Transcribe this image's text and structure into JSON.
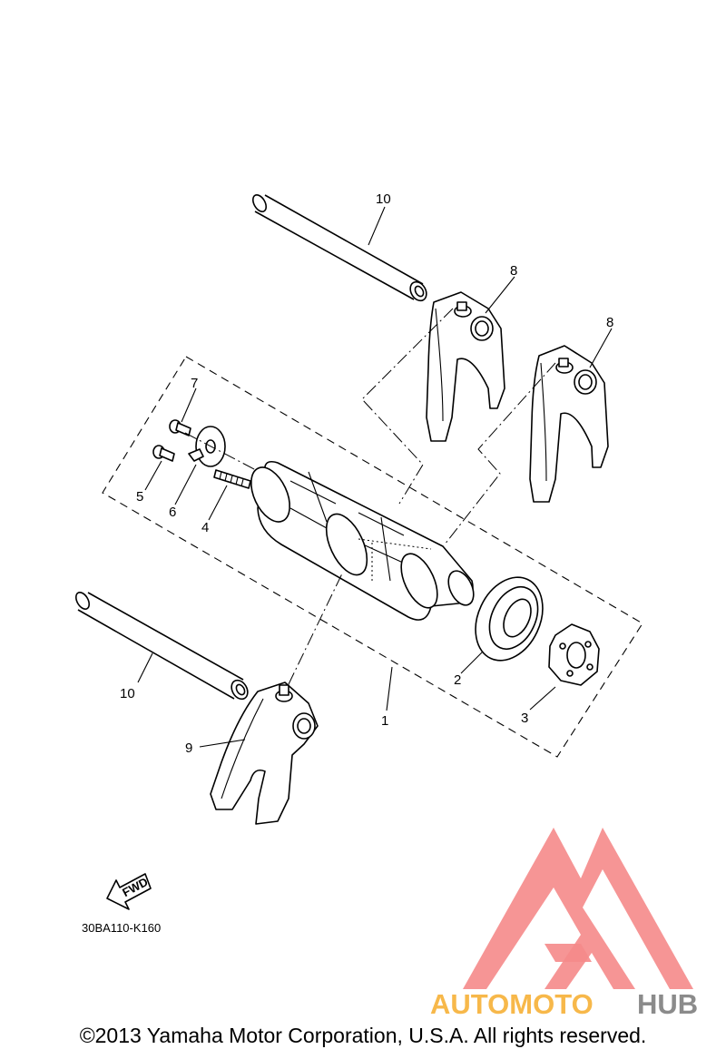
{
  "diagram": {
    "callouts": [
      {
        "id": "1",
        "label": "1"
      },
      {
        "id": "2",
        "label": "2"
      },
      {
        "id": "3",
        "label": "3"
      },
      {
        "id": "4",
        "label": "4"
      },
      {
        "id": "5",
        "label": "5"
      },
      {
        "id": "6",
        "label": "6"
      },
      {
        "id": "7",
        "label": "7"
      },
      {
        "id": "8a",
        "label": "8"
      },
      {
        "id": "8b",
        "label": "8"
      },
      {
        "id": "9",
        "label": "9"
      },
      {
        "id": "10a",
        "label": "10"
      },
      {
        "id": "10b",
        "label": "10"
      }
    ],
    "fwd_label": "FWD",
    "drawing_code": "30BA110-K160"
  },
  "watermark": {
    "text_orange": "AUTOMOTO",
    "text_gray": "HUB",
    "colors": {
      "triangle": "#f58a8a",
      "orange": "#f7b84a",
      "gray": "#8b8b8b"
    }
  },
  "footer": {
    "copyright": "©2013 Yamaha Motor Corporation, U.S.A. All rights reserved."
  }
}
